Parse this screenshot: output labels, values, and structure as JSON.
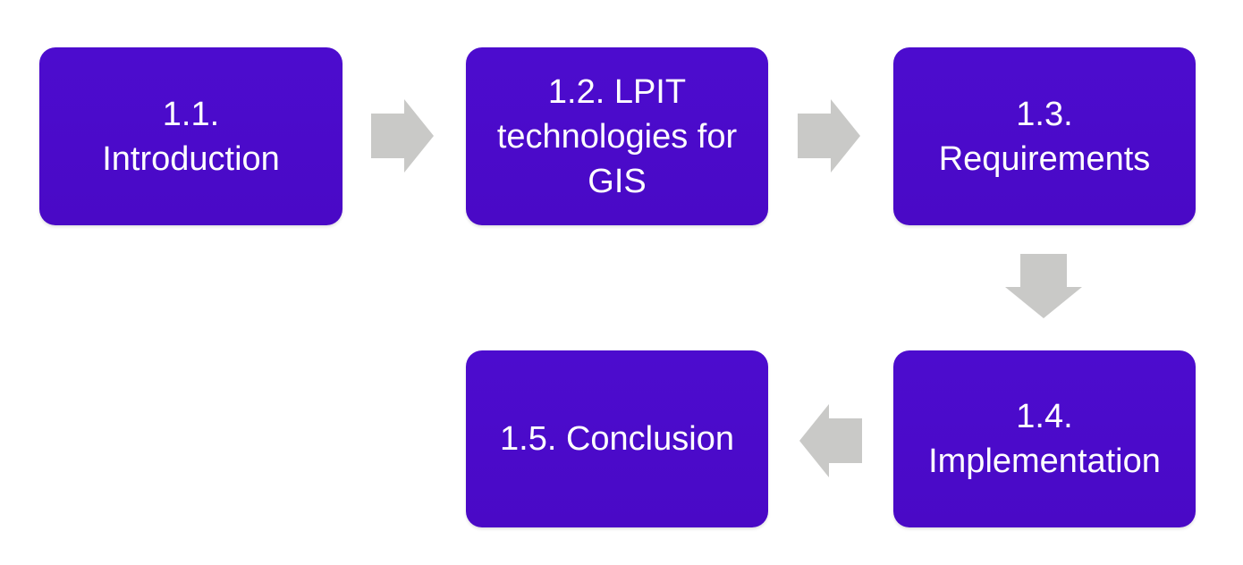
{
  "diagram": {
    "type": "process-flow",
    "background_color": "#ffffff",
    "node_color": "#4b0bcb",
    "node_text_color": "#ffffff",
    "arrow_color": "#c9c9c7",
    "nodes": [
      {
        "label": "1.1. Introduction",
        "lines": [
          "1.1.",
          "Introduction"
        ]
      },
      {
        "label": "1.2. LPIT technologies for GIS",
        "lines": [
          "1.2. LPIT",
          "technologies for",
          "GIS"
        ]
      },
      {
        "label": "1.3. Requirements",
        "lines": [
          "1.3.",
          "Requirements"
        ]
      },
      {
        "label": "1.4. Implementation",
        "lines": [
          "1.4.",
          "Implementation"
        ]
      },
      {
        "label": "1.5. Conclusion",
        "lines": [
          "1.5. Conclusion"
        ]
      }
    ],
    "connections": [
      {
        "from": "1.1. Introduction",
        "to": "1.2. LPIT technologies for GIS",
        "direction": "right"
      },
      {
        "from": "1.2. LPIT technologies for GIS",
        "to": "1.3. Requirements",
        "direction": "right"
      },
      {
        "from": "1.3. Requirements",
        "to": "1.4. Implementation",
        "direction": "down"
      },
      {
        "from": "1.4. Implementation",
        "to": "1.5. Conclusion",
        "direction": "left"
      }
    ]
  }
}
